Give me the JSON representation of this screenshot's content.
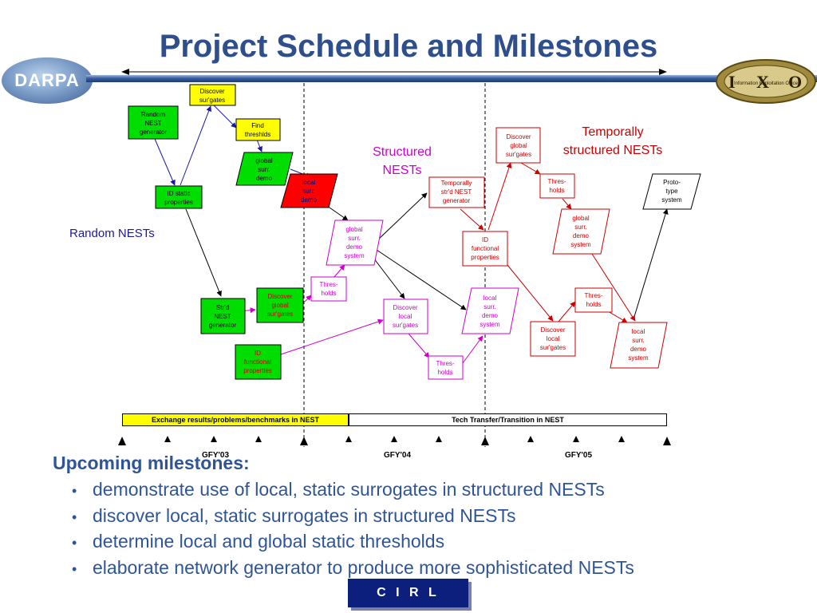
{
  "title": "Project Schedule and Milestones",
  "logos": {
    "left": "DARPA",
    "right_letters": [
      "I",
      "X",
      "O"
    ],
    "right_text": "Information Exploitation Office"
  },
  "regions": {
    "random": "Random NESTs",
    "structured": [
      "Structured",
      "NESTs"
    ],
    "temporal": [
      "Temporally",
      "structured NESTs"
    ]
  },
  "nodes": {
    "random_nest_generator": [
      "Random",
      "NEST",
      "generator"
    ],
    "discover_surgates_top": [
      "Discover",
      "sur'gates"
    ],
    "find_thresholds": [
      "Find",
      "threshlds"
    ],
    "global_surr_demo_green": [
      "global",
      "surr.",
      "demo"
    ],
    "id_static_properties": [
      "ID static",
      "properties"
    ],
    "local_surr_demo_red": [
      "local",
      "surr.",
      "demo"
    ],
    "strd_nest_generator_green": [
      "Str'd",
      "NEST",
      "generator"
    ],
    "discover_global_surgates_green": [
      "Discover",
      "global",
      "sur'gates"
    ],
    "id_functional_properties_green": [
      "ID",
      "functional",
      "properties"
    ],
    "global_surr_demo_system_magenta": [
      "global",
      "surr.",
      "demo",
      "system"
    ],
    "thresholds_magenta_1": [
      "Thres-",
      "holds"
    ],
    "discover_local_surgates_magenta": [
      "Discover",
      "local",
      "sur'gates"
    ],
    "thresholds_magenta_2": [
      "Thres-",
      "holds"
    ],
    "local_surr_demo_system_magenta": [
      "local",
      "surr.",
      "demo",
      "system"
    ],
    "temporally_strd_nest_generator": [
      "Temporally",
      "str'd NEST",
      "generator"
    ],
    "id_functional_properties_red": [
      "ID",
      "functional",
      "properties"
    ],
    "discover_global_surgates_red": [
      "Discover",
      "global",
      "sur'gates"
    ],
    "thresholds_red_1": [
      "Thres-",
      "holds"
    ],
    "global_surr_demo_system_red": [
      "global",
      "surr.",
      "demo",
      "system"
    ],
    "thresholds_red_2": [
      "Thres-",
      "holds"
    ],
    "discover_local_surgates_red": [
      "Discover",
      "local",
      "sur'gates"
    ],
    "local_surr_demo_system_red": [
      "local",
      "surr.",
      "demo",
      "system"
    ],
    "prototype_system": [
      "Proto-",
      "type",
      "system"
    ]
  },
  "timeline": {
    "phase1": "Exchange results/problems/benchmarks in NEST",
    "phase2": "Tech Transfer/Transition in NEST",
    "labels": [
      "GFY'03",
      "GFY'04",
      "GFY'05"
    ]
  },
  "upcoming": {
    "heading": "Upcoming milestones:",
    "items": [
      "demonstrate use of local, static surrogates in structured NESTs",
      "discover local, static surrogates in structured NESTs",
      "determine local and global static thresholds",
      "elaborate network generator to produce more sophisticated NESTs"
    ]
  },
  "footer": "C I R L",
  "colors": {
    "title": "#2f4f8c",
    "text_blue": "#2f5597",
    "green": "#00dd00",
    "yellow": "#ffff00",
    "red": "#ff0000",
    "magenta": "#cc00cc",
    "dark_red": "#cc0000",
    "cirl_bg": "#0d1f7c"
  }
}
